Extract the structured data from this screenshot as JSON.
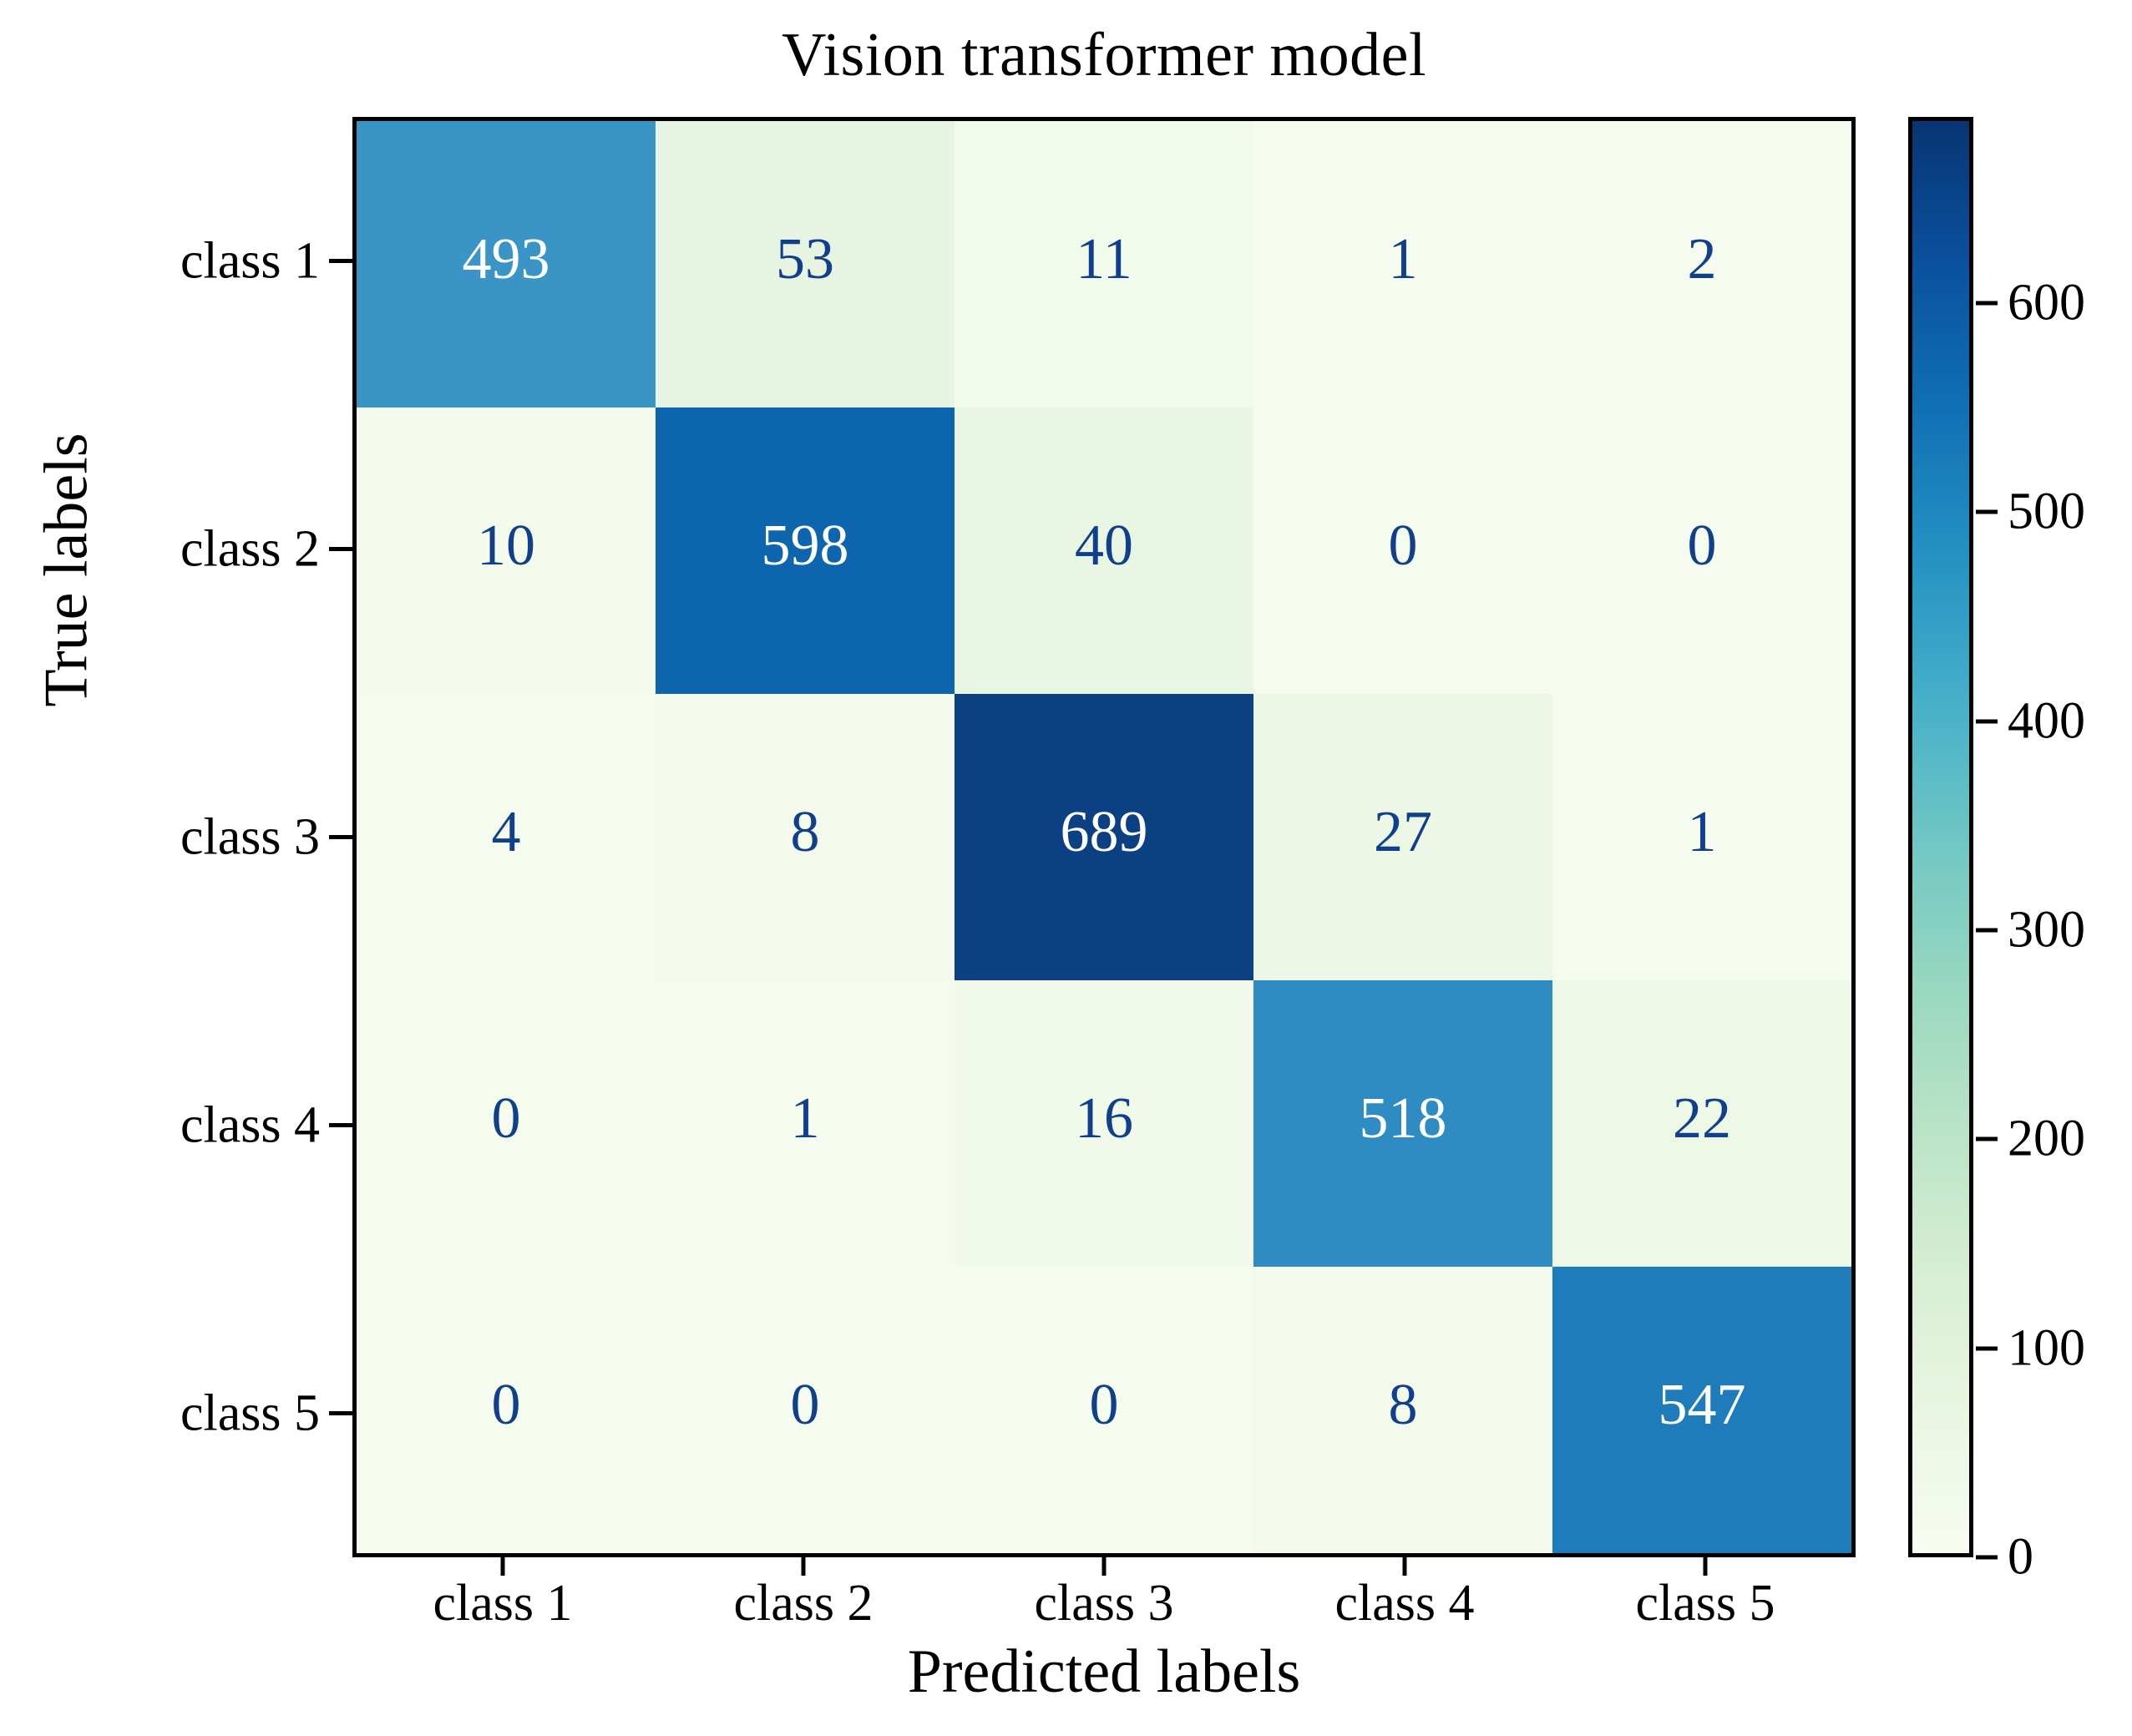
{
  "chart_data": {
    "type": "heatmap",
    "title": "Vision transformer model",
    "xlabel": "Predicted labels",
    "ylabel": "True labels",
    "x_categories": [
      "class 1",
      "class 2",
      "class 3",
      "class 4",
      "class 5"
    ],
    "y_categories": [
      "class 1",
      "class 2",
      "class 3",
      "class 4",
      "class 5"
    ],
    "matrix": [
      [
        493,
        53,
        11,
        1,
        2
      ],
      [
        10,
        598,
        40,
        0,
        0
      ],
      [
        4,
        8,
        689,
        27,
        1
      ],
      [
        0,
        1,
        16,
        518,
        22
      ],
      [
        0,
        0,
        0,
        8,
        547
      ]
    ],
    "cell_text": [
      [
        "493",
        "53",
        "11",
        "1",
        "2"
      ],
      [
        "10",
        "598",
        "40",
        "0",
        "0"
      ],
      [
        "4",
        "8",
        "689",
        "27",
        "1"
      ],
      [
        "0",
        "1",
        "16",
        "518",
        "22"
      ],
      [
        "0",
        "0",
        "0",
        "8",
        "547"
      ]
    ],
    "cell_colors": [
      [
        "#3a94c6",
        "#e8f4e2",
        "#f2faeb",
        "#f5fbee",
        "#f5fbee"
      ],
      [
        "#f4fbed",
        "#0d66ad",
        "#eaf6e4",
        "#f5fbee",
        "#f5fbee"
      ],
      [
        "#f5fbee",
        "#f4fbed",
        "#0b4083",
        "#ecf7e5",
        "#f5fbee"
      ],
      [
        "#f5fbee",
        "#f5fbee",
        "#f1f9ea",
        "#2f8cc2",
        "#eef8e7"
      ],
      [
        "#f5fbee",
        "#f5fbee",
        "#f5fbee",
        "#f3faec",
        "#1f7cba"
      ]
    ],
    "cell_text_colors": [
      [
        "#ffffff",
        "#10408c",
        "#10408c",
        "#10408c",
        "#10408c"
      ],
      [
        "#10408c",
        "#ffffff",
        "#10408c",
        "#10408c",
        "#10408c"
      ],
      [
        "#10408c",
        "#10408c",
        "#ffffff",
        "#10408c",
        "#10408c"
      ],
      [
        "#10408c",
        "#10408c",
        "#10408c",
        "#ffffff",
        "#10408c"
      ],
      [
        "#10408c",
        "#10408c",
        "#10408c",
        "#10408c",
        "#ffffff"
      ]
    ],
    "colorbar": {
      "ticks": [
        0,
        100,
        200,
        300,
        400,
        500,
        600
      ],
      "tick_labels": [
        "0",
        "100",
        "200",
        "300",
        "400",
        "500",
        "600"
      ],
      "vmin": 0,
      "vmax": 689,
      "colormap": "GnBu-like",
      "gradient_stops": [
        "#f7fcf0",
        "#e9f6e1",
        "#d5eed2",
        "#b9e3c6",
        "#96d7c0",
        "#6ec6c4",
        "#44aec9",
        "#2490c2",
        "#1070b4",
        "#0a519e",
        "#083573"
      ]
    },
    "grid": false,
    "legend_position": "right"
  }
}
